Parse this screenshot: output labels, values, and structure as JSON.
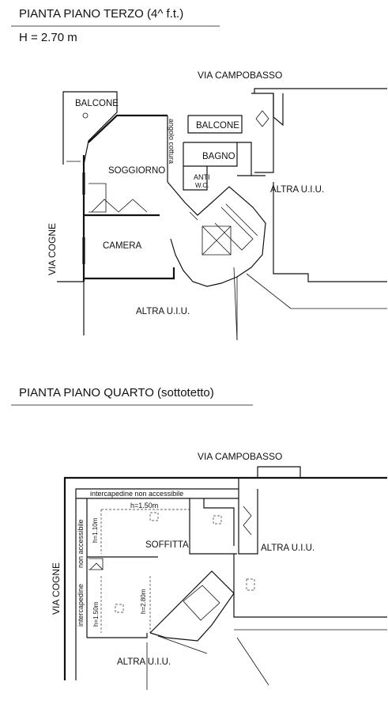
{
  "floor3": {
    "title": "PIANTA PIANO TERZO (4^ f.t.)",
    "height": "H = 2.70 m",
    "streets": {
      "north": "VIA CAMPOBASSO",
      "west": "VIA COGNE"
    },
    "rooms": {
      "balcone_left": "BALCONE",
      "balcone_right": "BALCONE",
      "angolo_cottura": "angolo cottura",
      "bagno": "BAGNO",
      "soggiorno": "SOGGIORNO",
      "anti": "ANTI",
      "wc": "W.C.",
      "altra_right": "ALTRA U.I.U.",
      "camera": "CAMERA",
      "altra_bottom": "ALTRA U.I.U."
    }
  },
  "floor4": {
    "title": "PIANTA PIANO QUARTO (sottotetto)",
    "streets": {
      "north": "VIA CAMPOBASSO",
      "west": "VIA COGNE"
    },
    "labels": {
      "intercapedine_top": "intercapedine non accessibile",
      "h150_top": "h=1.50m",
      "non_accessibile": "non accessibile",
      "h110": "h=1.10m",
      "soffitta": "SOFFITTA",
      "altra_right": "ALTRA U.I.U.",
      "intercapedine_left": "intercapedine",
      "h150_left": "h=1.50m",
      "h280": "h=2.80m",
      "altra_bottom": "ALTRA U.I.U."
    }
  }
}
